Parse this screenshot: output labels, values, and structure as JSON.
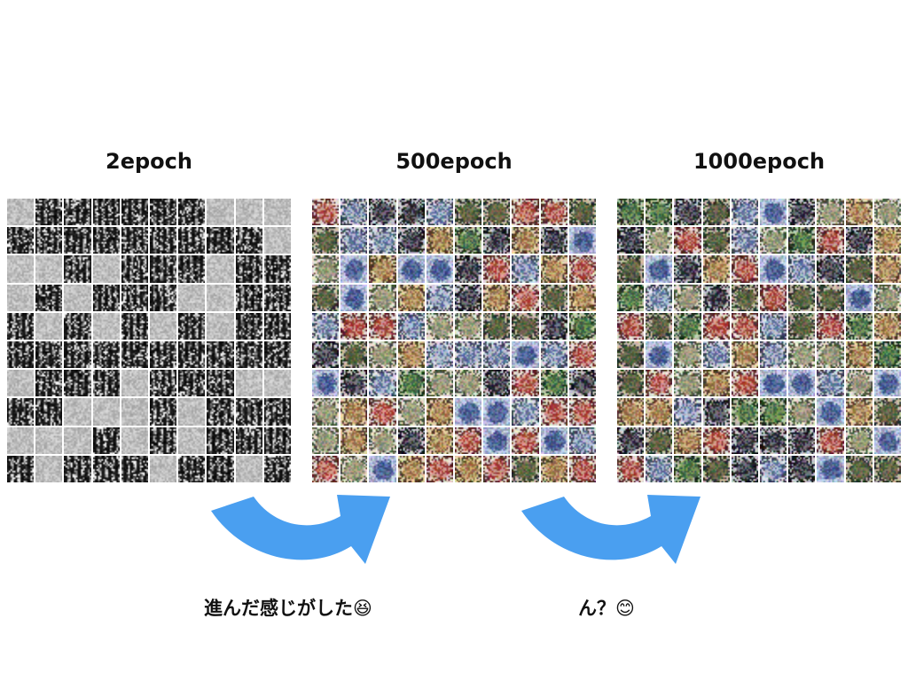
{
  "slide": {
    "panels": [
      {
        "label": "2epoch",
        "style": "mono"
      },
      {
        "label": "500epoch",
        "style": "color"
      },
      {
        "label": "1000epoch",
        "style": "color"
      }
    ],
    "captions": {
      "first": "進んだ感じがした😆",
      "second": "ん？😊"
    },
    "arrow_color": "#4a9ff0",
    "grid_size": 10
  }
}
